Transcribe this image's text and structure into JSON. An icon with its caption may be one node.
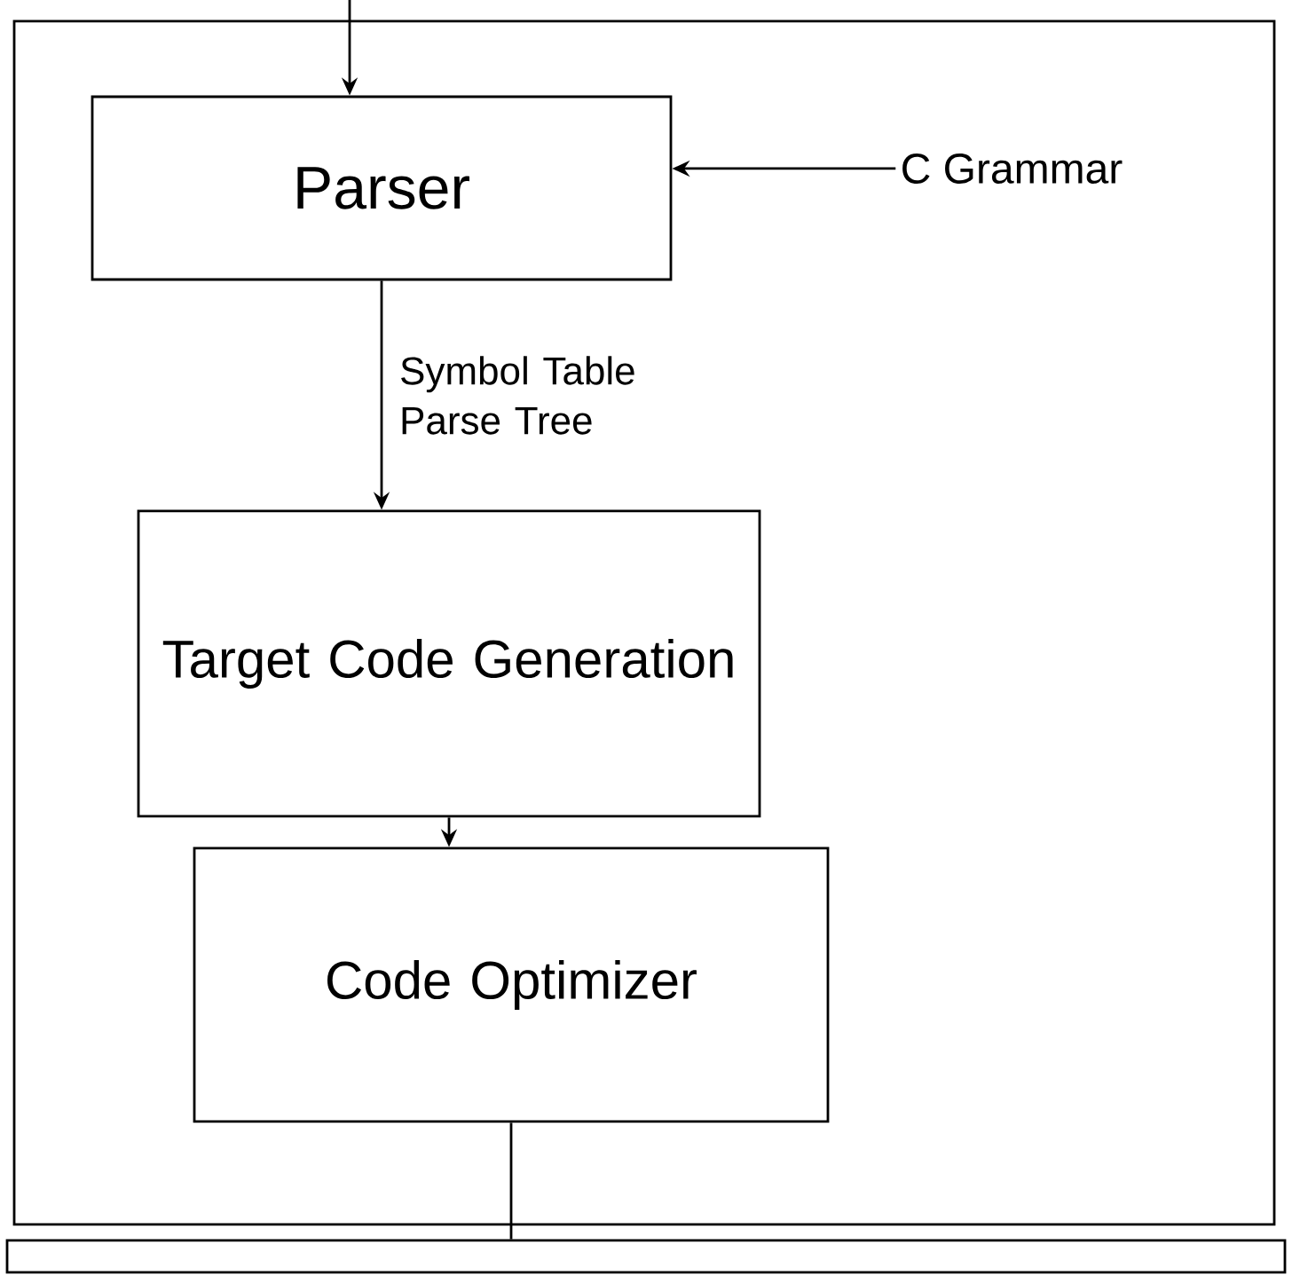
{
  "diagram": {
    "nodes": [
      {
        "text": [],
        "shape": "box"
      },
      {
        "text": [
          "Parser"
        ],
        "in": 0
      },
      {
        "text": [
          "C Grammar"
        ],
        "in": 0
      },
      {
        "text": [
          "Target Code Generation"
        ],
        "in": 0
      },
      {
        "text": [
          "Code Optimizer"
        ],
        "in": 0
      },
      {
        "text": [],
        "shape": "box"
      }
    ],
    "edges": [
      {
        "from": null,
        "to": 1,
        "arrow": "to"
      },
      {
        "from": 2,
        "to": 1,
        "arrow": "to"
      },
      {
        "from": 1,
        "to": 3,
        "arrow": "to",
        "label": "Symbol Table Parse Tree"
      },
      {
        "from": 3,
        "to": 4,
        "arrow": "to"
      },
      {
        "from": 4,
        "to": 5,
        "arrow": "none"
      }
    ]
  }
}
